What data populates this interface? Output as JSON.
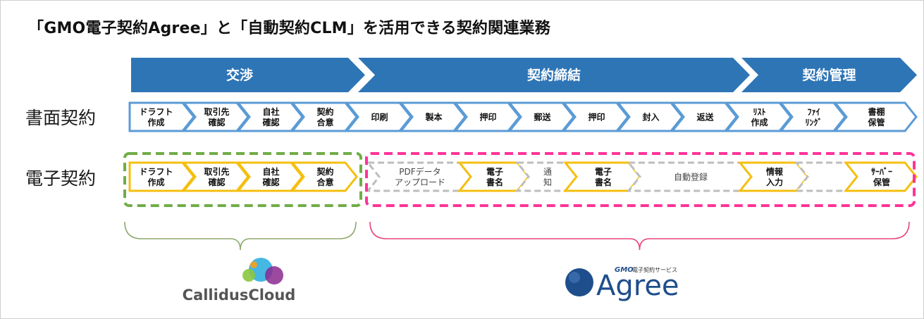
{
  "title": "「GMO電子契約Agree」と「自動契約CLM」を活用できる契約関連業務",
  "phases": [
    {
      "label": "交渉"
    },
    {
      "label": "契約締結"
    },
    {
      "label": "契約管理"
    }
  ],
  "rows": {
    "paper": {
      "label": "書面契約",
      "steps": [
        [
          "ドラフト",
          "作成"
        ],
        [
          "取引先",
          "確認"
        ],
        [
          "自社",
          "確認"
        ],
        [
          "契約",
          "合意"
        ],
        [
          "印刷"
        ],
        [
          "製本"
        ],
        [
          "押印"
        ],
        [
          "郵送"
        ],
        [
          "押印"
        ],
        [
          "封入"
        ],
        [
          "返送"
        ],
        [
          "ﾘｽﾄ",
          "作成"
        ],
        [
          "ﾌｧｲ",
          "ﾘﾝｸﾞ"
        ],
        [
          "書棚",
          "保管"
        ]
      ]
    },
    "electronic": {
      "label": "電子契約",
      "clm_steps": [
        [
          "ドラフト",
          "作成"
        ],
        [
          "取引先",
          "確認"
        ],
        [
          "自社",
          "確認"
        ],
        [
          "契約",
          "合意"
        ]
      ],
      "agree_steps": [
        {
          "lines": [
            "PDFデータ",
            "アップロード"
          ],
          "style": "gray"
        },
        {
          "lines": [
            "電子",
            "書名"
          ],
          "style": "yellow"
        },
        {
          "lines": [
            "通",
            "知"
          ],
          "style": "gray"
        },
        {
          "lines": [
            "電子",
            "書名"
          ],
          "style": "yellow"
        },
        {
          "lines": [
            "自動登録"
          ],
          "style": "gray"
        },
        {
          "lines": [
            "情報",
            "入力"
          ],
          "style": "yellow"
        },
        {
          "lines": [],
          "style": "gray"
        },
        {
          "lines": [
            "ｻｰﾊﾞｰ",
            "保管"
          ],
          "style": "yellow"
        }
      ]
    }
  },
  "logos": {
    "callidus": "CallidusCloud",
    "agree_brand": "GMO",
    "agree_subtitle": "電子契約サービス",
    "agree_name": "Agree"
  },
  "colors": {
    "phase_blue": "#2e75b6",
    "paper_border": "#5b9bd5",
    "yellow_border": "#f5bf0f",
    "gray_border": "#bdbdbd",
    "green_dash": "#70ad47",
    "pink_dash": "#ff3399",
    "brace_green": "#8faa6e",
    "brace_pink": "#e8437f"
  }
}
